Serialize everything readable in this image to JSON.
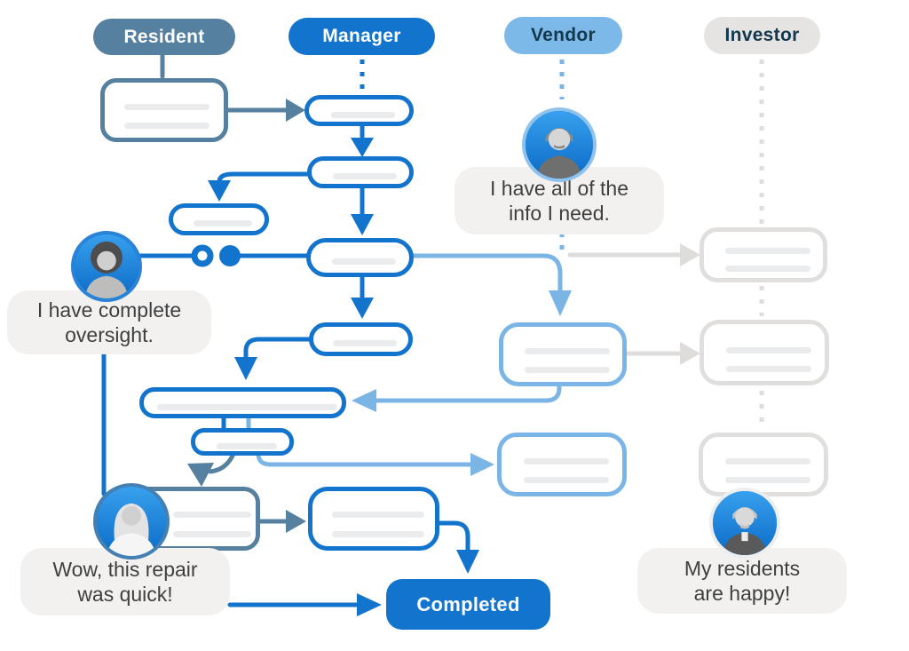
{
  "lanes": [
    {
      "id": "resident",
      "label": "Resident",
      "pill_color": "#56809F",
      "text_color": "#FFFFFF"
    },
    {
      "id": "manager",
      "label": "Manager",
      "pill_color": "#1374CD",
      "text_color": "#FFFFFF"
    },
    {
      "id": "vendor",
      "label": "Vendor",
      "pill_color": "#7DB9E8",
      "text_color": "#14384E"
    },
    {
      "id": "investor",
      "label": "Investor",
      "pill_color": "#E5E4E2",
      "text_color": "#14384E"
    }
  ],
  "bubbles": {
    "vendor": {
      "line1": "I have all of the",
      "line2": "info I need.",
      "speaker": "vendor-avatar"
    },
    "oversight": {
      "line1": "I have complete",
      "line2": "oversight.",
      "speaker": "resident-manager-avatar"
    },
    "wow": {
      "line1": "Wow, this repair",
      "line2": "was quick!",
      "speaker": "resident-avatar"
    },
    "investor": {
      "line1": "My residents",
      "line2": "are happy!",
      "speaker": "investor-avatar"
    }
  },
  "completed": {
    "label": "Completed",
    "color": "#1374CD"
  },
  "icons": {
    "avatars": [
      {
        "name": "resident-manager-avatar",
        "depicts": "smiling woman with curly hair on blue circle"
      },
      {
        "name": "vendor-avatar",
        "depicts": "smiling man with mustache on blue circle"
      },
      {
        "name": "resident-avatar",
        "depicts": "smiling blonde woman on blue circle"
      },
      {
        "name": "investor-avatar",
        "depicts": "gray-haired man with glasses on blue circle"
      }
    ]
  },
  "colors": {
    "manager_blue": "#1374CD",
    "resident_slate": "#56809F",
    "vendor_light_blue": "#7AB5E6",
    "investor_gray": "#DEDDDC",
    "bubble_bg": "#F2F1F0",
    "bubble_text": "#3F3F3F",
    "placeholder_bar": "#E9EBED",
    "canvas_bg": "#FFFFFF"
  }
}
